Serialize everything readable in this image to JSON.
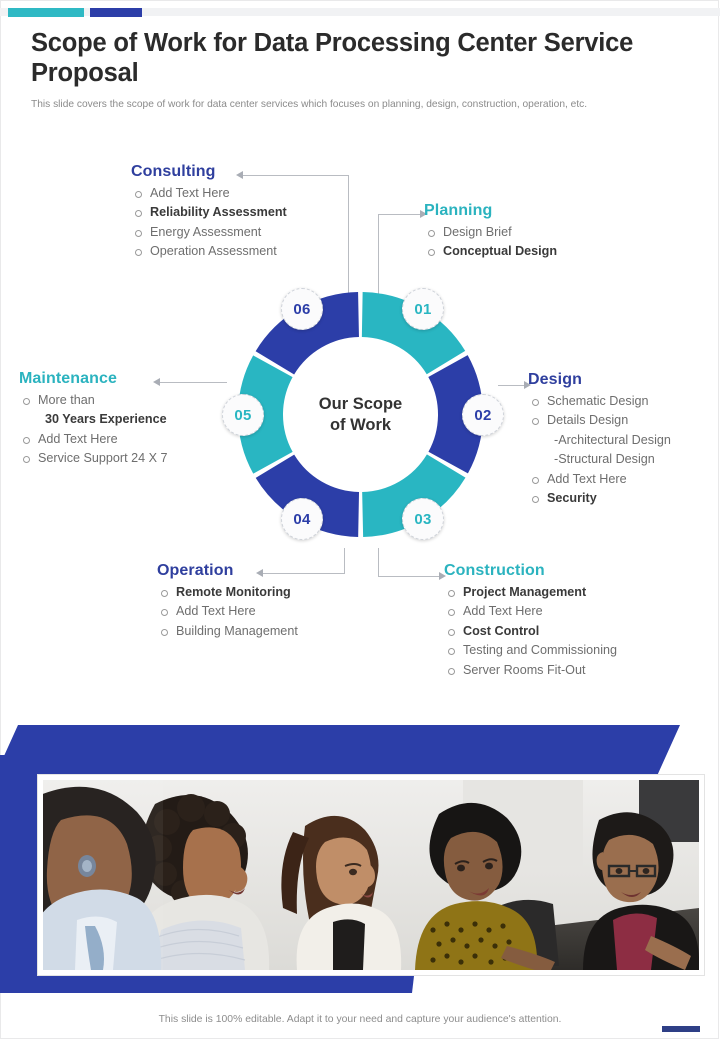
{
  "header": {
    "title": "Scope of Work for Data Processing Center Service Proposal",
    "subtitle": "This slide covers the scope of work for data center services which focuses on planning, design, construction, operation, etc."
  },
  "colors": {
    "teal": "#2bb3bf",
    "navy": "#2f3f9e",
    "donut_teal": "#29b6c2",
    "donut_navy": "#2c3ea8",
    "text_gray": "#6e6e6e",
    "text_dark": "#3a3a3a"
  },
  "center": {
    "line1": "Our Scope",
    "line2": "of Work"
  },
  "badges": [
    {
      "number": "01",
      "color": "#29b6c2"
    },
    {
      "number": "02",
      "color": "#2c3ea8"
    },
    {
      "number": "03",
      "color": "#29b6c2"
    },
    {
      "number": "04",
      "color": "#2c3ea8"
    },
    {
      "number": "05",
      "color": "#29b6c2"
    },
    {
      "number": "06",
      "color": "#2c3ea8"
    }
  ],
  "sections": {
    "consulting": {
      "heading": "Consulting",
      "heading_color": "#2f3f9e",
      "items": [
        {
          "text": "Add Text Here",
          "bold": false
        },
        {
          "text": "Reliability Assessment",
          "bold": true
        },
        {
          "text": "Energy Assessment",
          "bold": false
        },
        {
          "text": "Operation Assessment",
          "bold": false
        }
      ]
    },
    "planning": {
      "heading": "Planning",
      "heading_color": "#2bb3bf",
      "items": [
        {
          "text": "Design Brief",
          "bold": false
        },
        {
          "text": "Conceptual Design",
          "bold": true
        }
      ]
    },
    "design": {
      "heading": "Design",
      "heading_color": "#2f3f9e",
      "items": [
        {
          "text": "Schematic Design",
          "bold": false
        },
        {
          "text": "Details Design",
          "bold": false
        },
        {
          "text": "-Architectural  Design",
          "bold": false,
          "sub": true
        },
        {
          "text": "-Structural  Design",
          "bold": false,
          "sub": true
        },
        {
          "text": "Add Text Here",
          "bold": false
        },
        {
          "text": "Security",
          "bold": true
        }
      ]
    },
    "construction": {
      "heading": "Construction",
      "heading_color": "#2bb3bf",
      "items": [
        {
          "text": "Project Management",
          "bold": true
        },
        {
          "text": "Add Text Here",
          "bold": false
        },
        {
          "text": "Cost Control",
          "bold": true
        },
        {
          "text": "Testing and Commissioning",
          "bold": false
        },
        {
          "text": "Server Rooms Fit-Out",
          "bold": false
        }
      ]
    },
    "operation": {
      "heading": "Operation",
      "heading_color": "#2f3f9e",
      "items": [
        {
          "text": "Remote Monitoring",
          "bold": true
        },
        {
          "text": "Add Text Here",
          "bold": false
        },
        {
          "text": "Building Management",
          "bold": false
        }
      ]
    },
    "maintenance": {
      "heading": "Maintenance",
      "heading_color": "#2bb3bf",
      "items": [
        {
          "text": "More than",
          "bold": false
        },
        {
          "text": "30 Years Experience",
          "bold": true,
          "cont": true
        },
        {
          "text": "Add Text Here",
          "bold": false
        },
        {
          "text": "Service Support 24 X 7",
          "bold": false
        }
      ]
    }
  },
  "footer": {
    "note": "This slide is 100% editable. Adapt it to your need and capture your audience's attention."
  }
}
